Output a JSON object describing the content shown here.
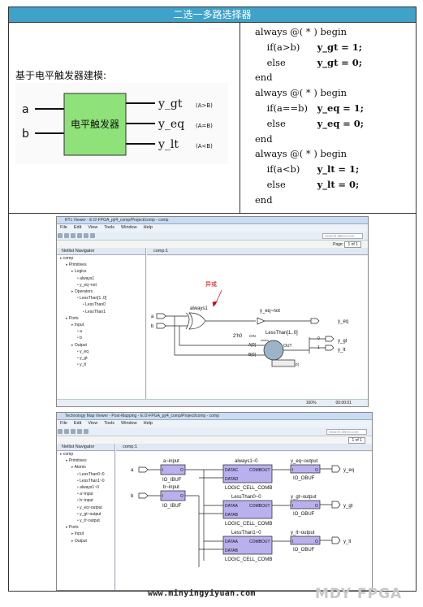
{
  "title": "二选一多路选择器",
  "model": {
    "label": "基于电平触发器建模:",
    "block": "电平触发器",
    "inputs": [
      "a",
      "b"
    ],
    "outputs": [
      {
        "name": "y_gt",
        "cond": "(A>B)"
      },
      {
        "name": "y_eq",
        "cond": "(A=B)"
      },
      {
        "name": "y_lt",
        "cond": "(A<B)"
      }
    ]
  },
  "code": [
    {
      "kw": "always @( * ) begin",
      "indent": 0
    },
    {
      "pre": "if(a>b)",
      "sig": "y_gt",
      "val": "= 1;",
      "indent": 1
    },
    {
      "pre": "else",
      "sig": "y_gt",
      "val": "= 0;",
      "indent": 1
    },
    {
      "kw": "end",
      "indent": 0
    },
    {
      "kw": "always @( * ) begin",
      "indent": 0
    },
    {
      "pre": "if(a==b)",
      "sig": "y_eq",
      "val": "= 1;",
      "indent": 1
    },
    {
      "pre": "else",
      "sig": "y_eq",
      "val": "= 0;",
      "indent": 1
    },
    {
      "kw": "end",
      "indent": 0
    },
    {
      "kw": "always @( * ) begin",
      "indent": 0
    },
    {
      "pre": "if(a<b)",
      "sig": "y_lt",
      "val": "= 1;",
      "indent": 1
    },
    {
      "pre": "else",
      "sig": "y_lt",
      "val": "= 0;",
      "indent": 1
    },
    {
      "kw": "end",
      "indent": 0
    }
  ],
  "rtl": {
    "window_title": "RTL Viewer - E:/2-FPGA_pj/4_comp/Project/comp - comp",
    "menu": [
      "File",
      "Edit",
      "View",
      "Tools",
      "Window",
      "Help"
    ],
    "search": "Search altera.com",
    "page": "Page:",
    "page_value": "1 of 1",
    "nav_title": "Netlist Navigator",
    "tab": "comp:1",
    "tree": [
      {
        "t": "comp",
        "l": 0
      },
      {
        "t": "Primitives",
        "l": 1
      },
      {
        "t": "Logics",
        "l": 2
      },
      {
        "t": "always1",
        "l": 3
      },
      {
        "t": "y_eq~not",
        "l": 3
      },
      {
        "t": "Operators",
        "l": 2
      },
      {
        "t": "LessThan[1..0]",
        "l": 3
      },
      {
        "t": "LessThan0",
        "l": 4
      },
      {
        "t": "LessThan1",
        "l": 4
      },
      {
        "t": "Ports",
        "l": 1
      },
      {
        "t": "Input",
        "l": 2
      },
      {
        "t": "a",
        "l": 3
      },
      {
        "t": "b",
        "l": 3
      },
      {
        "t": "Output",
        "l": 2
      },
      {
        "t": "y_eq",
        "l": 3
      },
      {
        "t": "y_gt",
        "l": 3
      },
      {
        "t": "y_lt",
        "l": 3
      }
    ],
    "annot": "异或",
    "xor": "always1",
    "inv": "y_eq~not",
    "cmp": "LessThan[1..0]",
    "cmp_const": "2'h0",
    "cmp_cin": "CIN",
    "cmp_a": "A[0]",
    "cmp_b": "B[0]",
    "cmp_out": "OUT",
    "cmp_tag": "LessThan[1..0]",
    "in_a": "a",
    "in_b": "b",
    "out_eq": "y_eq",
    "out_gt": "y_gt",
    "out_lt": "y_lt",
    "bit0": "0",
    "bit1": "1",
    "zoom": "100%",
    "time": "00:00:01"
  },
  "tech": {
    "window_title": "Technology Map Viewer - Post-Mapping - E:/2-FPGA_pj/4_comp/Project/comp - comp",
    "menu": [
      "File",
      "Edit",
      "View",
      "Tools",
      "Window",
      "Help"
    ],
    "search": "Search altera.com",
    "page_value": "1 of 1",
    "nav_title": "Netlist Navigator",
    "tab": "comp:1",
    "tree": [
      {
        "t": "comp",
        "l": 0
      },
      {
        "t": "Primitives",
        "l": 1
      },
      {
        "t": "Atoms",
        "l": 2
      },
      {
        "t": "LessThan0~0",
        "l": 3
      },
      {
        "t": "LessThan1~0",
        "l": 3
      },
      {
        "t": "always1~0",
        "l": 3
      },
      {
        "t": "a~input",
        "l": 3
      },
      {
        "t": "b~input",
        "l": 3
      },
      {
        "t": "y_eq~output",
        "l": 3
      },
      {
        "t": "y_gt~output",
        "l": 3
      },
      {
        "t": "y_lt~output",
        "l": 3
      },
      {
        "t": "Ports",
        "l": 1
      },
      {
        "t": "Input",
        "l": 2
      },
      {
        "t": "Output",
        "l": 2
      }
    ],
    "in_a": "a",
    "in_b": "b",
    "ibuf_a": "a~input",
    "ibuf_b": "b~input",
    "ibuf_type": "IO_IBUF",
    "cells": [
      {
        "name": "always1~0",
        "p1": "DATAC",
        "p2": "DATAD",
        "out": "COMBOUT",
        "type": "LOGIC_CELL_COMB"
      },
      {
        "name": "LessThan0~0",
        "p1": "DATAA",
        "p2": "DATAB",
        "out": "COMBOUT",
        "type": "LOGIC_CELL_COMB"
      },
      {
        "name": "LessThan1~0",
        "p1": "DATAA",
        "p2": "DATAB",
        "out": "COMBOUT",
        "type": "LOGIC_CELL_COMB"
      }
    ],
    "obufs": [
      {
        "name": "y_eq~output",
        "pin": "I",
        "out": "O",
        "type": "IO_OBUF",
        "port": "y_eq"
      },
      {
        "name": "y_gt~output",
        "pin": "I",
        "out": "O",
        "type": "IO_OBUF",
        "port": "y_gt"
      },
      {
        "name": "y_lt~output",
        "pin": "I",
        "out": "O",
        "type": "IO_OBUF",
        "port": "y_lt"
      }
    ],
    "ibuf_pin_i": "I",
    "ibuf_pin_o": "O"
  },
  "footer_url": "www.minyingyiyuan.com",
  "logo_text": "MDY FPGA"
}
